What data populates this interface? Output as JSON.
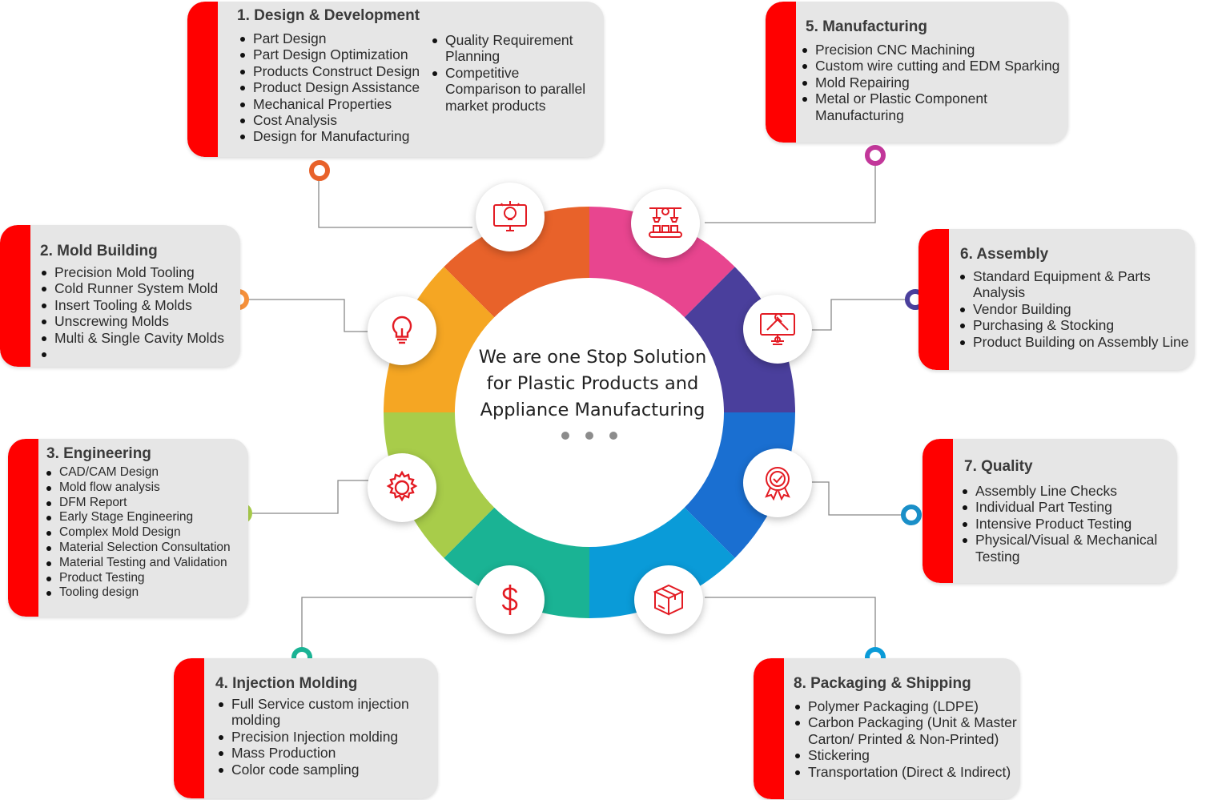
{
  "center": {
    "lines": [
      "We are one Stop Solution",
      "for Plastic Products and",
      "Appliance Manufacturing"
    ]
  },
  "colors": {
    "accent_red": "#ff0000",
    "card_bg": "#e6e6e6",
    "ring": [
      "#e8622a",
      "#e8458f",
      "#4a3f9c",
      "#1a6fd1",
      "#0a9bd8",
      "#1ab394",
      "#a8cc4a",
      "#f5a623"
    ]
  },
  "cards": [
    {
      "title": "1. Design & Development",
      "items": [
        "Part Design",
        "Part Design Optimization",
        "Products Construct Design",
        "Product Design Assistance",
        "Mechanical Properties",
        "Cost Analysis",
        "Design for Manufacturing"
      ],
      "items2": [
        "Quality Requirement Planning",
        "Competitive Comparison to parallel market products"
      ],
      "dot_color": "#e8622a"
    },
    {
      "title": "2. Mold Building",
      "items": [
        "Precision Mold Tooling",
        "Cold Runner System Mold",
        "Insert Tooling & Molds",
        "Unscrewing Molds",
        "Multi & Single Cavity Molds",
        ""
      ],
      "dot_color": "#f5903a"
    },
    {
      "title": "3. Engineering",
      "items": [
        "CAD/CAM Design",
        "Mold flow analysis",
        "DFM Report",
        "Early Stage Engineering",
        "Complex Mold Design",
        "Material Selection Consultation",
        "Material Testing and Validation",
        "Product Testing",
        "Tooling design"
      ],
      "dot_color": "#a8cc4a"
    },
    {
      "title": "4. Injection Molding",
      "items": [
        "Full Service custom injection molding",
        "Precision Injection molding",
        "Mass Production",
        "Color code sampling"
      ],
      "dot_color": "#1ab394"
    },
    {
      "title": "5. Manufacturing",
      "items": [
        "Precision CNC Machining",
        "Custom wire cutting and EDM Sparking",
        "Mold Repairing",
        "Metal or Plastic Component Manufacturing"
      ],
      "dot_color": "#c2379a"
    },
    {
      "title": "6. Assembly",
      "items": [
        "Standard Equipment & Parts Analysis",
        "Vendor Building",
        "Purchasing & Stocking",
        "Product Building on Assembly Line"
      ],
      "dot_color": "#4a3f9c"
    },
    {
      "title": "7. Quality",
      "items": [
        "Assembly Line Checks",
        "Individual Part Testing",
        "Intensive Product Testing",
        "Physical/Visual & Mechanical Testing"
      ],
      "dot_color": "#1a8fc8"
    },
    {
      "title": "8. Packaging & Shipping",
      "items": [
        "Polymer Packaging (LDPE)",
        "Carbon Packaging (Unit & Master Carton/ Printed & Non-Printed)",
        "Stickering",
        "Transportation (Direct & Indirect)"
      ],
      "dot_color": "#0a9bd8"
    }
  ],
  "icons": [
    "design-icon",
    "lightbulb-icon",
    "gear-icon",
    "dollar-icon",
    "conveyor-robot-icon",
    "tools-icon",
    "quality-badge-icon",
    "box-icon"
  ]
}
